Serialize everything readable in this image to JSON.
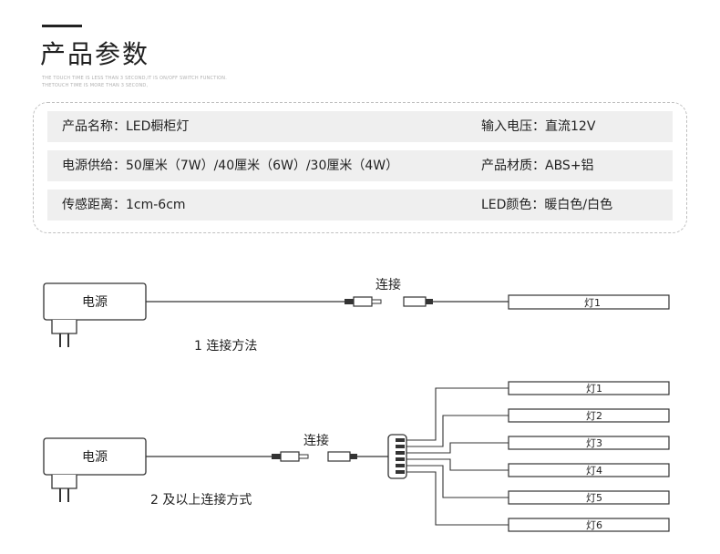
{
  "header": {
    "title": "产品参数",
    "subtitle_1": "THE TOUCH TIME IS LESS THAN 3 SECOND,IT IS ON/OFF SWITCH FUNCTION.",
    "subtitle_2": "THETOUCH TIME IS MORE THAN 3 SECOND,"
  },
  "specs": [
    {
      "left": "产品名称：LED橱柜灯",
      "right": "输入电压：直流12V"
    },
    {
      "left": "电源供给：50厘米（7W）/40厘米（6W）/30厘米（4W）",
      "right": "产品材质：ABS+铝"
    },
    {
      "left": "传感距离：1cm-6cm",
      "right": "LED颜色：暖白色/白色"
    }
  ],
  "diagram1": {
    "power_label": "电源",
    "connect_label": "连接",
    "light_label": "灯1",
    "caption": "1 连接方法"
  },
  "diagram2": {
    "power_label": "电源",
    "connect_label": "连接",
    "caption": "2 及以上连接方式",
    "lights": [
      "灯1",
      "灯2",
      "灯3",
      "灯4",
      "灯5",
      "灯6"
    ]
  }
}
